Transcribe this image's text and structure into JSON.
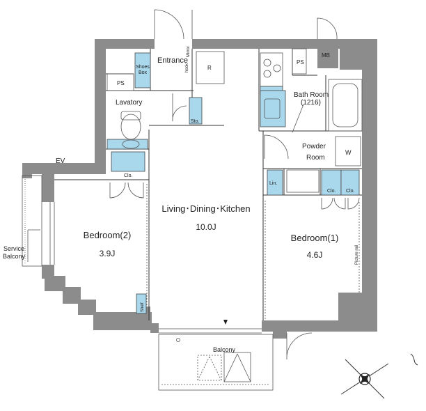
{
  "labels": {
    "entrance": "Entrance",
    "shoes_box": [
      "Shoes",
      "Box"
    ],
    "hook": "hook",
    "mirror": "Mirror",
    "refrigerator": "R",
    "ps_left": "PS",
    "ps_right": "PS",
    "mb": "MB",
    "lavatory": "Lavatory",
    "storage": "Sto.",
    "bath_room": "Bath Room",
    "bath_size": "(1216)",
    "powder_room": [
      "Powder",
      "Room"
    ],
    "washer": "W",
    "linen": "Lin.",
    "clo_bedroom2": "Clo.",
    "clo_bedroom1_a": "Clo.",
    "clo_bedroom1_b": "Clo.",
    "ev": "EV",
    "ldk_name": "Living･Dining･Kitchen",
    "ldk_size": "10.0J",
    "bedroom2_name": "Bedroom(2)",
    "bedroom2_size": "3.9J",
    "bedroom1_name": "Bedroom(1)",
    "bedroom1_size": "4.6J",
    "picture_rail": "Picture rail",
    "shelf": "Shelf",
    "service_balcony": [
      "Service",
      "Balcony"
    ],
    "balcony": "Balcony"
  },
  "colors": {
    "wall": "#8c8c8c",
    "fixture": "#a9d7ec",
    "line": "#333333"
  }
}
